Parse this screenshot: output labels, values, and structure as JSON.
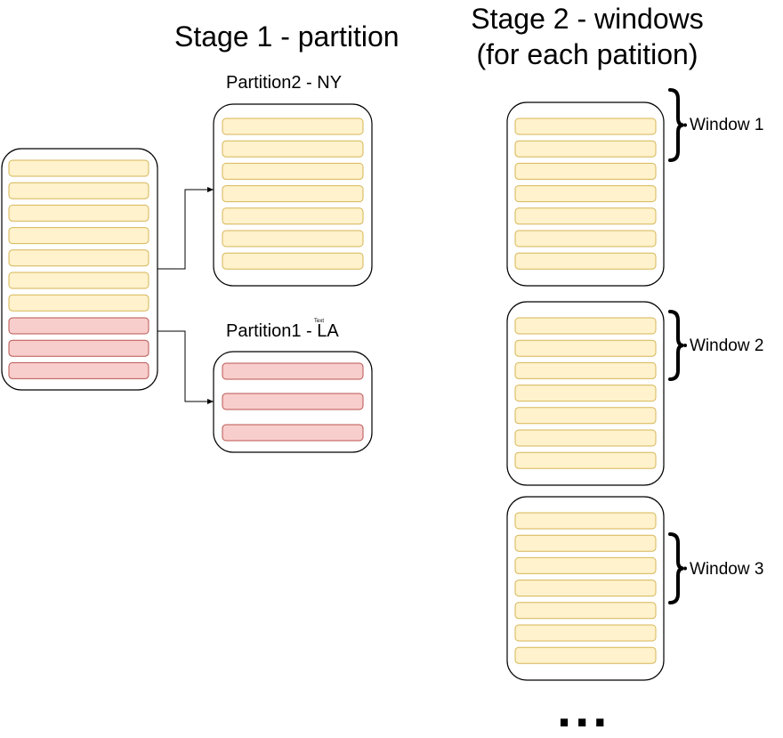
{
  "titles": {
    "stage1": "Stage 1 - partition",
    "stage2_line1": "Stage 2 - windows",
    "stage2_line2": "(for each patition)"
  },
  "partitions": {
    "ny_label": "Partition2 - NY",
    "la_label": "Partition1 - LA",
    "stray_text": "Text"
  },
  "windows": {
    "w1": "Window 1",
    "w2": "Window 2",
    "w3": "Window 3"
  },
  "ellipsis": "...",
  "colors": {
    "yellow_fill": "#fff2cc",
    "yellow_stroke": "#d6b656",
    "red_fill": "#f8cecc",
    "red_stroke": "#b85450",
    "container_stroke": "#000000"
  }
}
